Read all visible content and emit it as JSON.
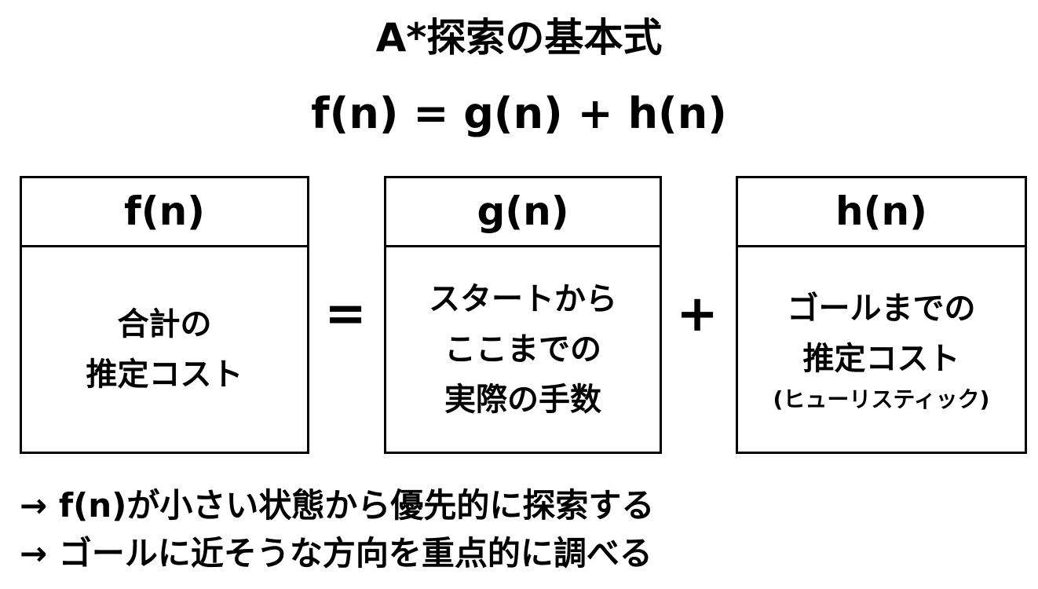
{
  "title": "A*探索の基本式",
  "formula": "f(n) = g(n) + h(n)",
  "boxes": [
    {
      "header": "f(n)",
      "lines": [
        "合計の",
        "推定コスト"
      ]
    },
    {
      "header": "g(n)",
      "lines": [
        "スタートから",
        "ここまでの",
        "実際の手数"
      ]
    },
    {
      "header": "h(n)",
      "lines": [
        "ゴールまでの",
        "推定コスト"
      ],
      "note": "(ヒューリスティック)"
    }
  ],
  "operators": {
    "equals": "=",
    "plus": "+"
  },
  "bullets": [
    "→ f(n)が小さい状態から優先的に探索する",
    "→ ゴールに近そうな方向を重点的に調べる"
  ]
}
